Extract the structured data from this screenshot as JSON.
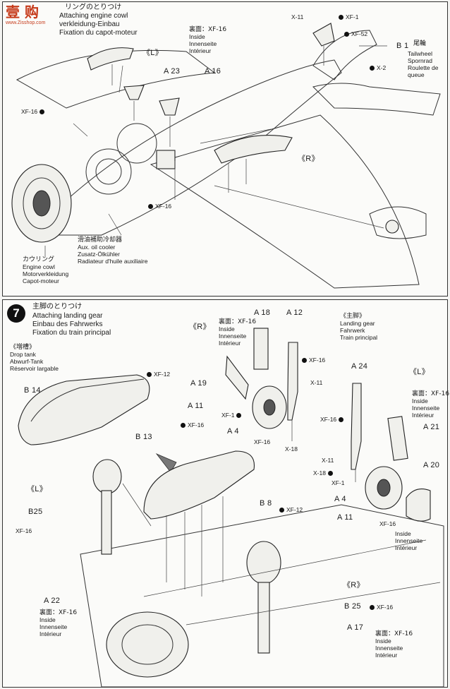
{
  "logo": {
    "text": "壹 购",
    "url": "www.Zisshop.com"
  },
  "step6": {
    "title_jp": "リングのとりつけ",
    "title_en": "Attaching engine cowl",
    "title_de": "verkleidung-Einbau",
    "title_fr": "Fixation du capot-moteur",
    "interior": [
      "裏面：XF-16",
      "Inside",
      "Innenseite",
      "Intérieur"
    ],
    "L": "《L》",
    "R": "《R》",
    "parts": {
      "a23": "A 23",
      "a16": "A 16",
      "x11": "X-11",
      "xf1": "XF-1",
      "xf52": "XF-52",
      "b1": "B 1",
      "x2": "X-2",
      "xf16a": "XF-16",
      "xf16b": "XF-16"
    },
    "tailwheel": [
      "尾輪",
      "Tailwheel",
      "Spornrad",
      "Roulette de",
      "queue"
    ],
    "oilcooler": [
      "滑油補助冷却器",
      "Aux. oil cooler",
      "Zusatz-Ölkühler",
      "Radiateur d'huile auxiliaire"
    ],
    "cowling": [
      "カウリング",
      "Engine cowl",
      "Motorverkleidung",
      "Capot-moteur"
    ]
  },
  "step7": {
    "number": "7",
    "title_jp": "主脚のとりつけ",
    "title_en": "Attaching landing gear",
    "title_de": "Einbau des Fahrwerks",
    "title_fr": "Fixation du train principal",
    "droptank": [
      "《増槽》",
      "Drop tank",
      "Abwurf-Tank",
      "Réservoir largable"
    ],
    "maingear": [
      "《主脚》",
      "Landing gear",
      "Fahrwerk",
      "Train principal"
    ],
    "interior": [
      "裏面：XF-16",
      "Inside",
      "Innenseite",
      "Intérieur"
    ],
    "R": "《R》",
    "L": "《L》",
    "parts": {
      "a18": "A 18",
      "a12": "A 12",
      "xf16_1": "XF-16",
      "x11": "X-11",
      "a19": "A 19",
      "a11": "A 11",
      "xf1": "XF-1",
      "xf16_2": "XF-16",
      "a4": "A 4",
      "xf16_3": "XF-16",
      "x18": "X-18",
      "xf12": "XF-12",
      "b14": "B 14",
      "b13": "B 13",
      "a24": "A 24",
      "xf16_4": "XF-16",
      "a21": "A 21",
      "x11b": "X-11",
      "x18b": "X-18",
      "xf1b": "XF-1",
      "a4b": "A 4",
      "a20": "A 20",
      "a11b": "A 11",
      "xf16_5": "XF-16",
      "b25": "B25",
      "xf16_6": "XF-16",
      "b8": "B 8",
      "xf12b": "XF-12",
      "a22": "A 22",
      "b25b": "B 25",
      "xf16_7": "XF-16",
      "a17": "A 17"
    }
  }
}
